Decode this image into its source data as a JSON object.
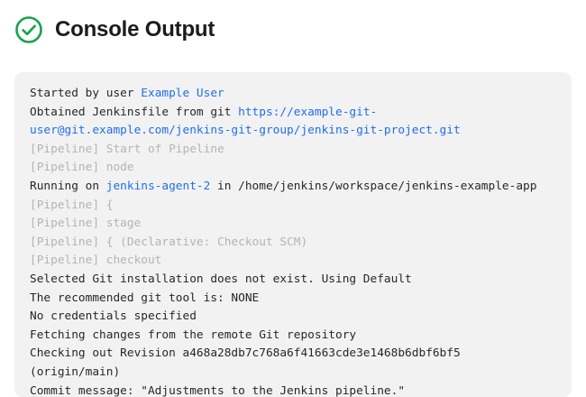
{
  "header": {
    "title": "Console Output",
    "status_icon": "check-circle-icon",
    "status_color": "#16a34a"
  },
  "colors": {
    "panel_background": "#f2f2f2",
    "text": "#25282b",
    "muted_text": "#b4b4b4",
    "link": "#1f6feb",
    "title": "#1b1b1f"
  },
  "console": {
    "lines": [
      {
        "id": "started-by-user",
        "muted": false,
        "segments": [
          {
            "text": "Started by user ",
            "link": false
          },
          {
            "text": "Example User",
            "link": true
          }
        ]
      },
      {
        "id": "obtained-jenkinsfile",
        "muted": false,
        "segments": [
          {
            "text": "Obtained Jenkinsfile from git ",
            "link": false
          },
          {
            "text": "https://example-git-user@git.example.com/jenkins-git-group/jenkins-git-project.git",
            "link": true
          }
        ]
      },
      {
        "id": "pipeline-start-of-pipeline",
        "muted": true,
        "segments": [
          {
            "text": "[Pipeline] Start of Pipeline",
            "link": false
          }
        ]
      },
      {
        "id": "pipeline-node",
        "muted": true,
        "segments": [
          {
            "text": "[Pipeline] node",
            "link": false
          }
        ]
      },
      {
        "id": "running-on-agent",
        "muted": false,
        "segments": [
          {
            "text": "Running on ",
            "link": false
          },
          {
            "text": "jenkins-agent-2",
            "link": true
          },
          {
            "text": " in /home/jenkins/workspace/jenkins-example-app",
            "link": false
          }
        ]
      },
      {
        "id": "pipeline-open-brace",
        "muted": true,
        "segments": [
          {
            "text": "[Pipeline] {",
            "link": false
          }
        ]
      },
      {
        "id": "pipeline-stage",
        "muted": true,
        "segments": [
          {
            "text": "[Pipeline] stage",
            "link": false
          }
        ]
      },
      {
        "id": "pipeline-declarative-checkout-scm",
        "muted": true,
        "segments": [
          {
            "text": "[Pipeline] { (Declarative: Checkout SCM)",
            "link": false
          }
        ]
      },
      {
        "id": "pipeline-checkout",
        "muted": true,
        "segments": [
          {
            "text": "[Pipeline] checkout",
            "link": false
          }
        ]
      },
      {
        "id": "selected-git-installation",
        "muted": false,
        "segments": [
          {
            "text": "Selected Git installation does not exist. Using Default",
            "link": false
          }
        ]
      },
      {
        "id": "recommended-git-tool",
        "muted": false,
        "segments": [
          {
            "text": "The recommended git tool is: NONE",
            "link": false
          }
        ]
      },
      {
        "id": "no-credentials-specified",
        "muted": false,
        "segments": [
          {
            "text": "No credentials specified",
            "link": false
          }
        ]
      },
      {
        "id": "fetching-changes",
        "muted": false,
        "segments": [
          {
            "text": "Fetching changes from the remote Git repository",
            "link": false
          }
        ]
      },
      {
        "id": "checking-out-revision",
        "muted": false,
        "segments": [
          {
            "text": "Checking out Revision a468a28db7c768a6f41663cde3e1468b6dbf6bf5 (origin/main)",
            "link": false
          }
        ]
      },
      {
        "id": "commit-message",
        "muted": false,
        "segments": [
          {
            "text": "Commit message: \"Adjustments to the Jenkins pipeline.\"",
            "link": false
          }
        ]
      }
    ]
  }
}
